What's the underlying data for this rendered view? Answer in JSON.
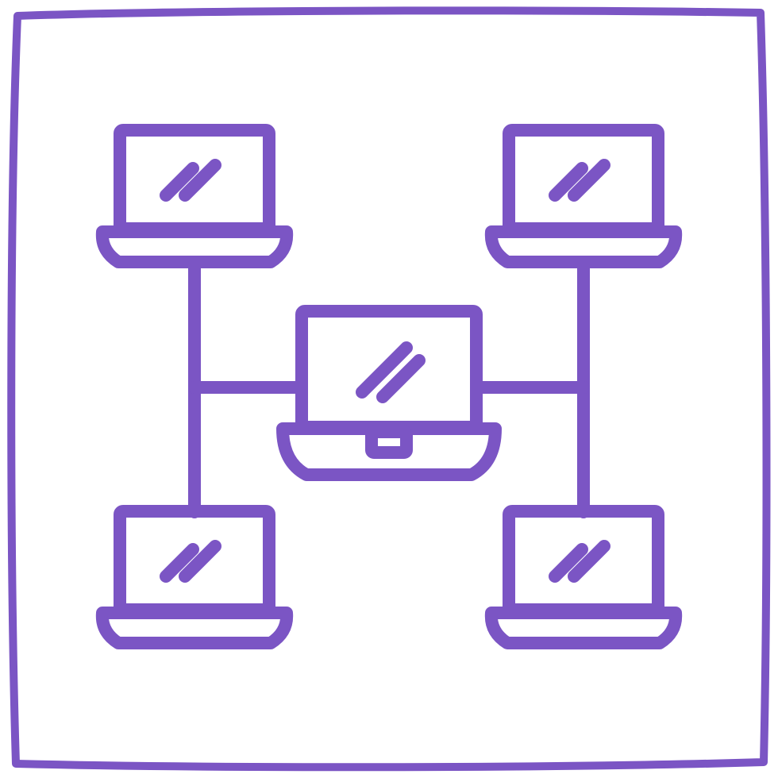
{
  "icon": {
    "name": "laptop-network-icon",
    "stroke_color": "#7B55C4",
    "background_color": "#ffffff",
    "frame": "sketchy-rounded-square-border",
    "laptops": [
      {
        "id": "top-left",
        "role": "peer"
      },
      {
        "id": "top-right",
        "role": "peer"
      },
      {
        "id": "center",
        "role": "hub"
      },
      {
        "id": "bottom-left",
        "role": "peer"
      },
      {
        "id": "bottom-right",
        "role": "peer"
      }
    ],
    "connections": [
      [
        "top-left",
        "bottom-left"
      ],
      [
        "top-right",
        "bottom-right"
      ],
      [
        "top-left",
        "center"
      ],
      [
        "top-right",
        "center"
      ]
    ]
  }
}
